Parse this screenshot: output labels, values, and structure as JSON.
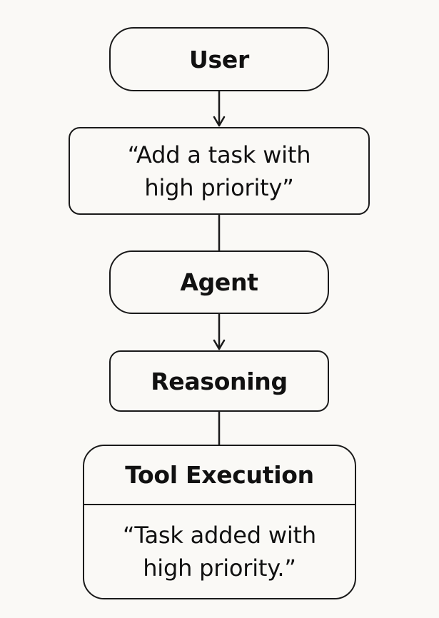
{
  "nodes": {
    "user": "User",
    "request_line1": "“Add a task with",
    "request_line2": "high priority”",
    "agent": "Agent",
    "reasoning": "Reasoning",
    "tool_title": "Tool Execution",
    "tool_result_line1": "“Task added with",
    "tool_result_line2": "high priority.”"
  },
  "colors": {
    "background": "#faf9f6",
    "stroke": "#1a1a1a",
    "text": "#111111"
  }
}
